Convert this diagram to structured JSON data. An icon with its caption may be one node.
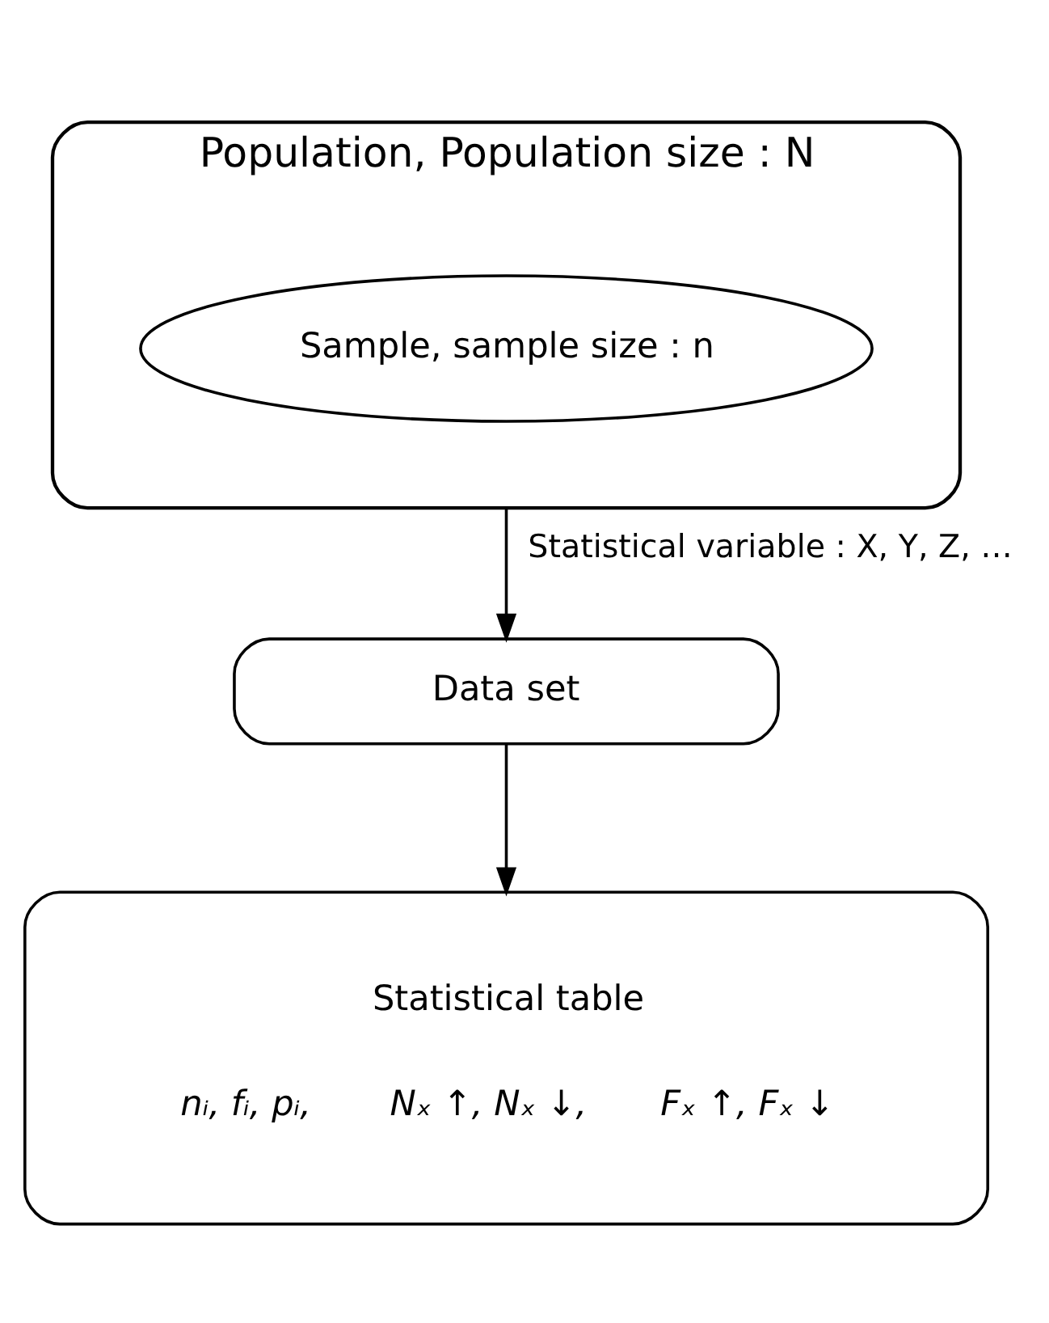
{
  "diagram": {
    "nodes": [
      {
        "text": [
          "Population, Population size : N"
        ]
      },
      {
        "text": [
          "Sample, sample size : n"
        ],
        "in": 0
      },
      {
        "text": [
          "Data set"
        ]
      },
      {
        "text": [
          "Statistical table",
          "nᵢ, fᵢ, pᵢ,",
          "Nₓ ↑, Nₓ ↓,",
          "Fₓ ↑, Fₓ ↓"
        ]
      }
    ],
    "edges": [
      {
        "from": 0,
        "to": 2,
        "arrow": "to",
        "label": "Statistical variable : X, Y, Z, …"
      },
      {
        "from": 2,
        "to": 3,
        "arrow": "to"
      }
    ]
  }
}
